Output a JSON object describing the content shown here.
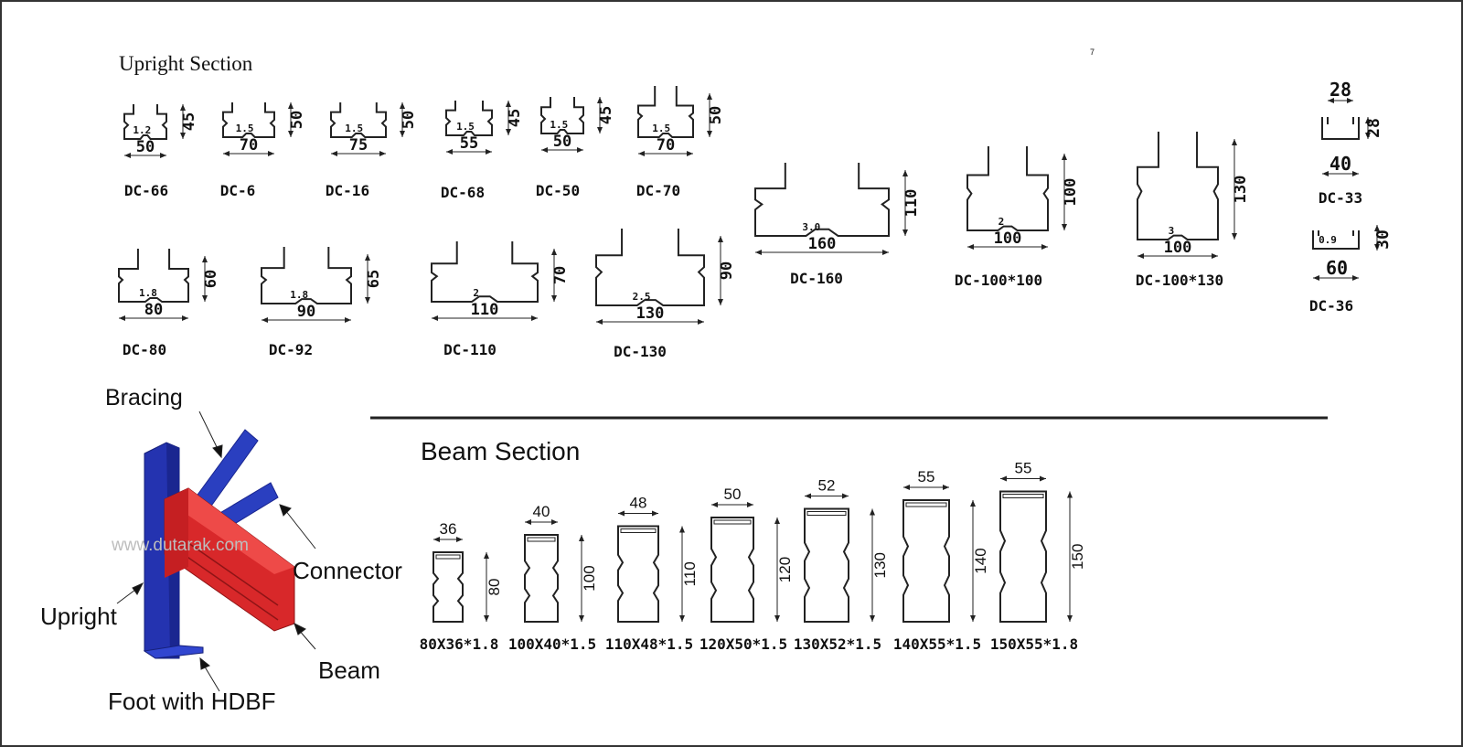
{
  "upright_section": {
    "title": "Upright Section",
    "profiles": [
      {
        "name": "DC-66",
        "width": "50",
        "height": "45",
        "thickness": "1.2"
      },
      {
        "name": "DC-6",
        "width": "70",
        "height": "50",
        "thickness": "1.5"
      },
      {
        "name": "DC-16",
        "width": "75",
        "height": "50",
        "thickness": "1.5"
      },
      {
        "name": "DC-68",
        "width": "55",
        "height": "45",
        "thickness": "1.5"
      },
      {
        "name": "DC-50",
        "width": "50",
        "height": "45",
        "thickness": "1.5"
      },
      {
        "name": "DC-70",
        "width": "70",
        "height": "50",
        "thickness": "1.5"
      },
      {
        "name": "DC-160",
        "width": "160",
        "height": "110",
        "thickness": "3.0"
      },
      {
        "name": "DC-100*100",
        "width": "100",
        "height": "100",
        "thickness": "2"
      },
      {
        "name": "DC-100*130",
        "width": "100",
        "height": "130",
        "thickness": "3"
      },
      {
        "name": "DC-33",
        "width": "40",
        "height": "28",
        "top_width": "28"
      },
      {
        "name": "DC-36",
        "width": "60",
        "height": "30",
        "thickness": "0.9"
      },
      {
        "name": "DC-80",
        "width": "80",
        "height": "60",
        "thickness": "1.8"
      },
      {
        "name": "DC-92",
        "width": "90",
        "height": "65",
        "thickness": "1.8"
      },
      {
        "name": "DC-110",
        "width": "110",
        "height": "70",
        "thickness": "2"
      },
      {
        "name": "DC-130",
        "width": "130",
        "height": "90",
        "thickness": "2.5"
      }
    ]
  },
  "beam_section": {
    "title": "Beam Section",
    "profiles": [
      {
        "name": "80X36*1.8",
        "width": "36",
        "height": "80"
      },
      {
        "name": "100X40*1.5",
        "width": "40",
        "height": "100"
      },
      {
        "name": "110X48*1.5",
        "width": "48",
        "height": "110"
      },
      {
        "name": "120X50*1.5",
        "width": "50",
        "height": "120"
      },
      {
        "name": "130X52*1.5",
        "width": "52",
        "height": "130"
      },
      {
        "name": "140X55*1.5",
        "width": "55",
        "height": "140"
      },
      {
        "name": "150X55*1.8",
        "width": "55",
        "height": "150"
      }
    ]
  },
  "rack_diagram": {
    "labels": {
      "bracing": "Bracing",
      "connector": "Connector",
      "upright": "Upright",
      "beam": "Beam",
      "foot": "Foot with HDBF"
    },
    "watermark": "www.dutarak.com",
    "colors": {
      "upright": "#2433b0",
      "beam": "#d8282a"
    }
  },
  "page_mark": "7"
}
